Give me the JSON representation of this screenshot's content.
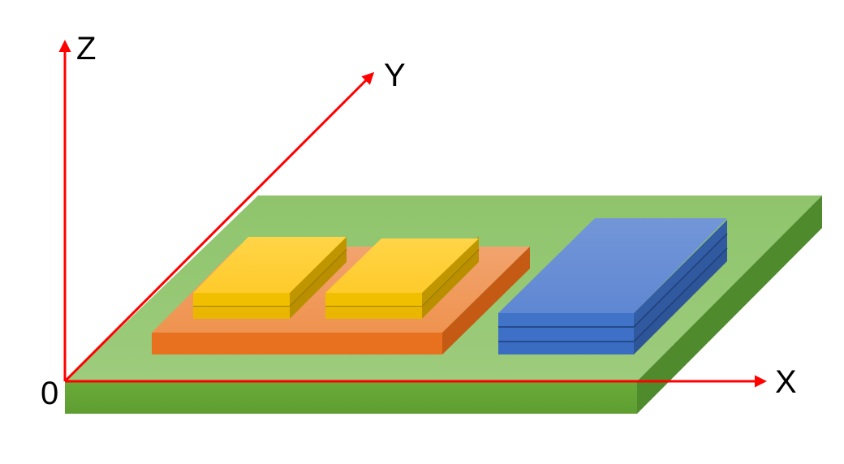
{
  "axes": {
    "x_label": "X",
    "y_label": "Y",
    "z_label": "Z",
    "origin_label": "0",
    "color": "#ff0000"
  },
  "layers": [
    {
      "name": "base-substrate",
      "color": "#70ad47",
      "count": 1
    },
    {
      "name": "orange-plate",
      "color": "#ed7d31",
      "count": 1
    },
    {
      "name": "yellow-stack",
      "color": "#ffc000",
      "count": 2,
      "layers_per_stack": 2
    },
    {
      "name": "blue-stack",
      "color": "#4472c4",
      "count": 1,
      "layers_per_stack": 3
    }
  ]
}
